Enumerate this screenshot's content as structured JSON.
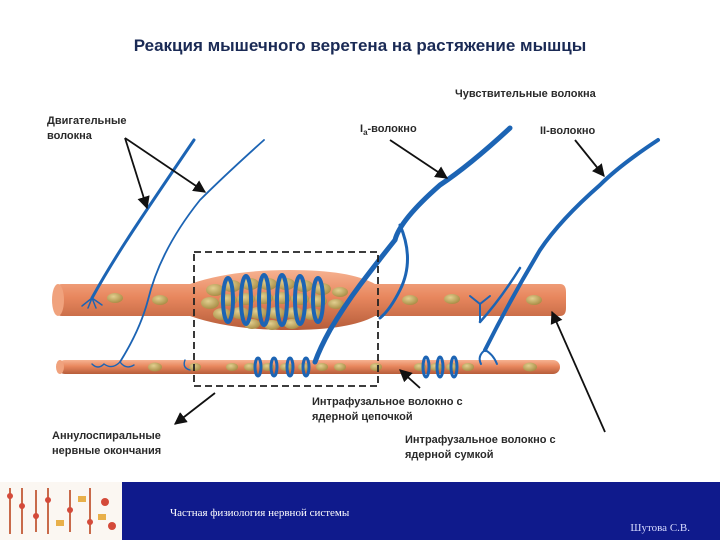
{
  "slide": {
    "title": "Реакция мышечного веретена на растяжение мышцы"
  },
  "labels": {
    "motor_fibers_line1": "Двигательные",
    "motor_fibers_line2": "волокна",
    "sensory_fibers": "Чувствительные волокна",
    "ia_fiber_prefix": "I",
    "ia_fiber_sub": "a",
    "ia_fiber_suffix": "-волокно",
    "ii_fiber": "II-волокно",
    "annulospiral_line1": "Аннулоспиральные",
    "annulospiral_line2": "нервные окончания",
    "chain_line1": "Интрафузальное волокно с",
    "chain_line2": "ядерной цепочкой",
    "bag_line1": "Интрафузальное волокно с",
    "bag_line2": "ядерной сумкой"
  },
  "footer": {
    "course": "Частная физиология нервной системы",
    "author": "Шутова С.В."
  },
  "colors": {
    "title": "#1a2a55",
    "fiber": "#e8875e",
    "nerve": "#1c64b4",
    "nucleus": "#c0a257",
    "footer_band": "#0f1a8c"
  }
}
